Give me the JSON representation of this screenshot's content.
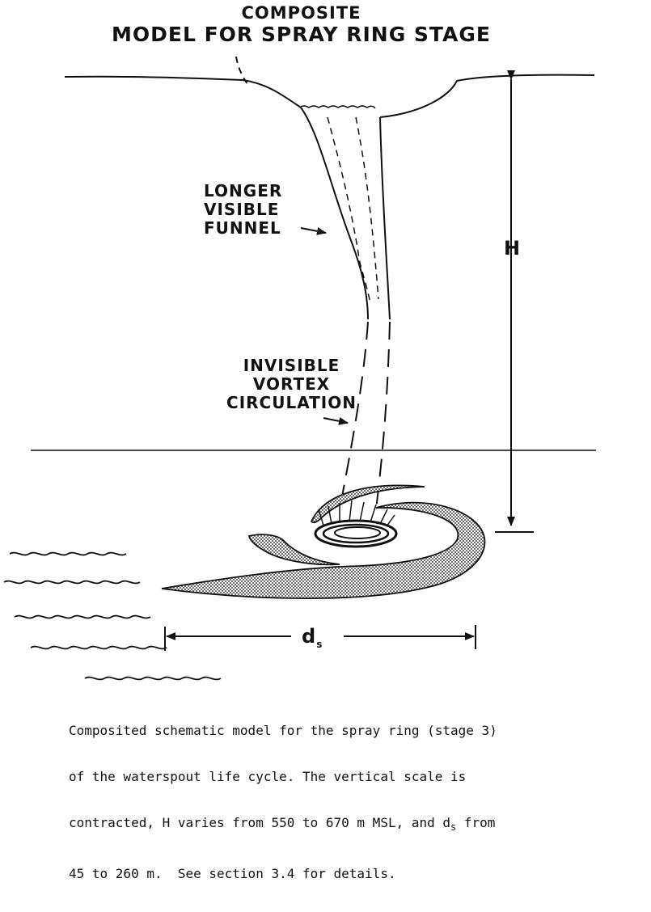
{
  "title": {
    "line1": "COMPOSITE",
    "line2": "MODEL FOR SPRAY RING STAGE"
  },
  "labels": {
    "funnel": [
      "LONGER",
      "VISIBLE",
      "FUNNEL"
    ],
    "vortex": [
      "INVISIBLE",
      "VORTEX",
      "CIRCULATION"
    ],
    "height": "H",
    "diameter_base": "d",
    "diameter_sub": "s"
  },
  "caption": {
    "line1": "Composited schematic model for the spray ring (stage 3)",
    "line2": "of the waterspout life cycle. The vertical scale is",
    "line3_a": "contracted, H varies from 550 to 670 m MSL, and d",
    "line3_sub": "s",
    "line3_b": " from",
    "line4": "45 to 260 m.  See section 3.4 for details."
  },
  "colors": {
    "ink": "#111111",
    "stipple": "#9a9a9a"
  }
}
